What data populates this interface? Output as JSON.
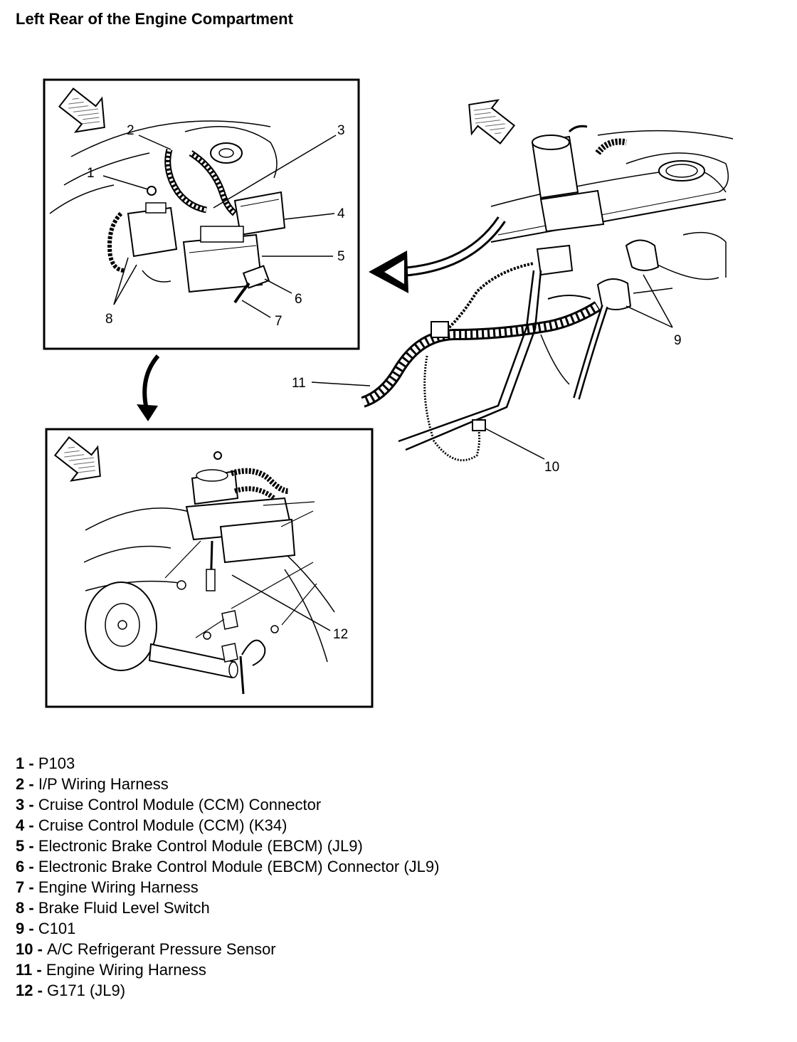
{
  "title": "Left Rear of the Engine Compartment",
  "callouts": {
    "c1": "1",
    "c2": "2",
    "c3": "3",
    "c4": "4",
    "c5": "5",
    "c6": "6",
    "c7": "7",
    "c8": "8",
    "c9": "9",
    "c10": "10",
    "c11": "11",
    "c12": "12"
  },
  "legend": [
    {
      "num": "1",
      "sep": " - ",
      "text": "P103"
    },
    {
      "num": "2",
      "sep": " - ",
      "text": "I/P Wiring Harness"
    },
    {
      "num": "3",
      "sep": " - ",
      "text": "Cruise Control Module (CCM) Connector"
    },
    {
      "num": "4",
      "sep": " - ",
      "text": "Cruise Control Module (CCM) (K34)"
    },
    {
      "num": "5",
      "sep": " - ",
      "text": "Electronic Brake Control Module (EBCM) (JL9)"
    },
    {
      "num": "6",
      "sep": " - ",
      "text": "Electronic Brake Control Module (EBCM) Connector (JL9)"
    },
    {
      "num": "7",
      "sep": " - ",
      "text": "Engine Wiring Harness"
    },
    {
      "num": "8",
      "sep": " - ",
      "text": "Brake Fluid Level Switch"
    },
    {
      "num": "9",
      "sep": " - ",
      "text": "C101"
    },
    {
      "num": "10",
      "sep": " - ",
      "text": "A/C Refrigerant Pressure Sensor"
    },
    {
      "num": "11",
      "sep": " - ",
      "text": "Engine Wiring Harness"
    },
    {
      "num": "12",
      "sep": " - ",
      "text": "G171 (JL9)"
    }
  ]
}
